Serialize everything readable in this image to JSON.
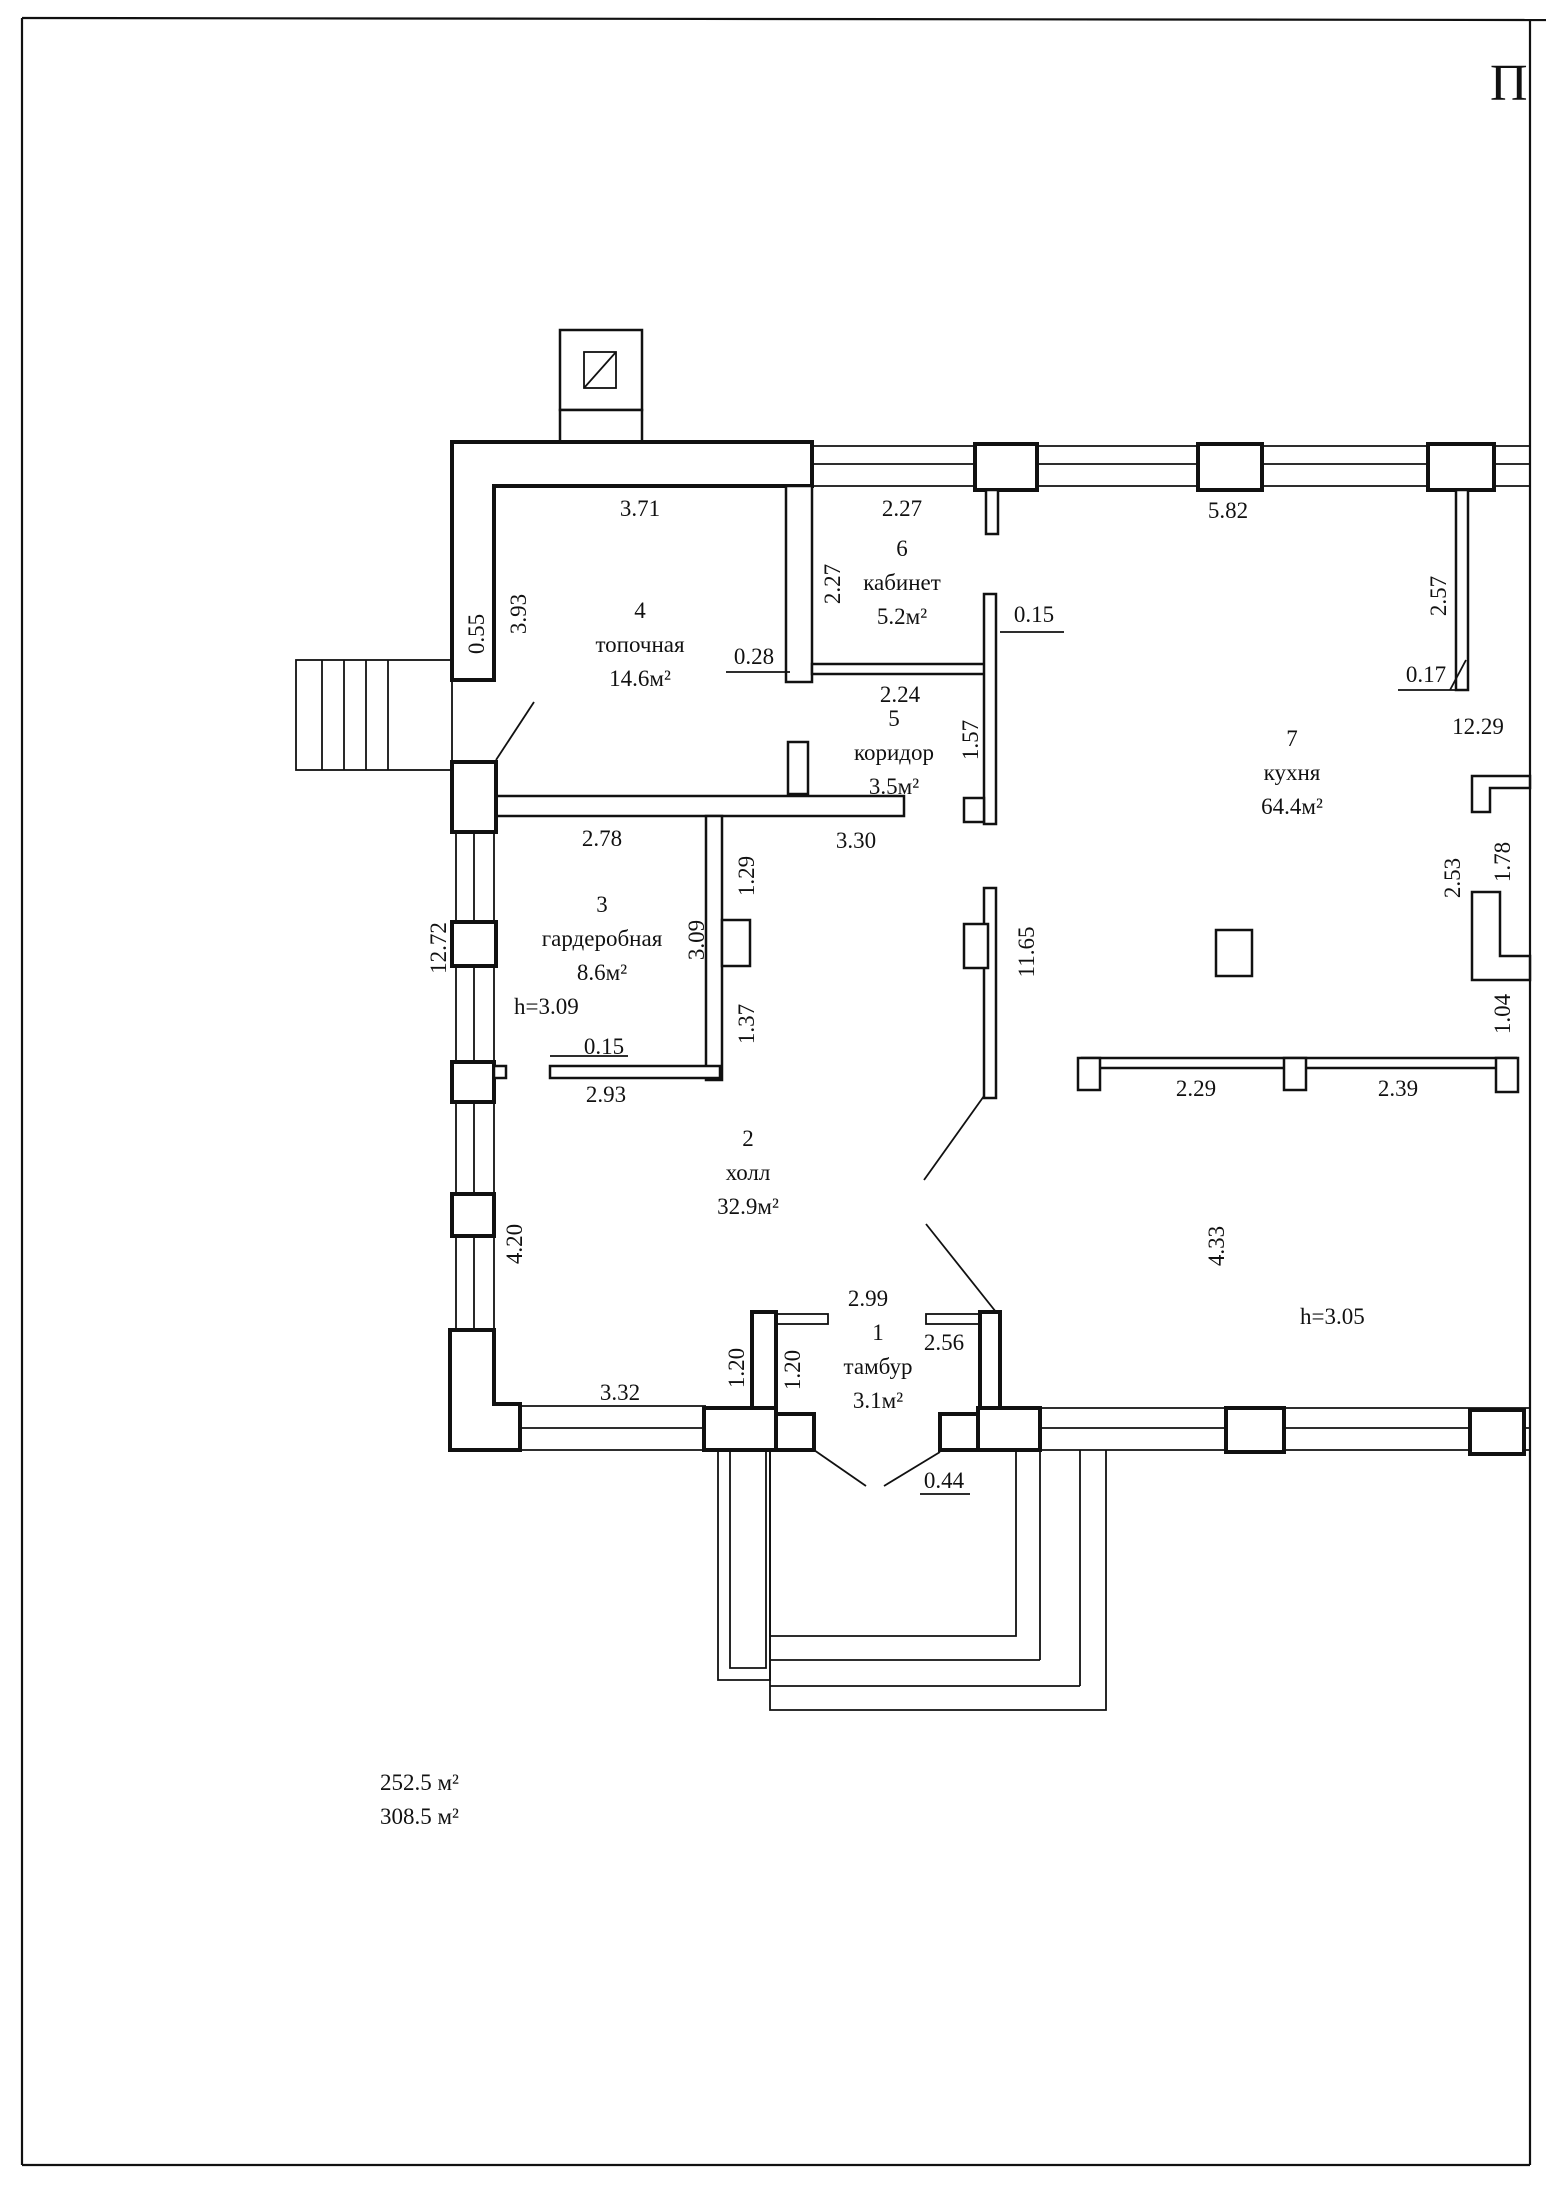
{
  "header": {
    "corner_text": "П"
  },
  "rooms": [
    {
      "id": "1",
      "number": "1",
      "name": "тамбур",
      "area": "3.1м²"
    },
    {
      "id": "2",
      "number": "2",
      "name": "холл",
      "area": "32.9м²"
    },
    {
      "id": "3",
      "number": "3",
      "name": "гардеробная",
      "area": "8.6м²"
    },
    {
      "id": "4",
      "number": "4",
      "name": "топочная",
      "area": "14.6м²"
    },
    {
      "id": "5",
      "number": "5",
      "name": "коридор",
      "area": "3.5м²"
    },
    {
      "id": "6",
      "number": "6",
      "name": "кабинет",
      "area": "5.2м²"
    },
    {
      "id": "7",
      "number": "7",
      "name": "кухня",
      "area": "64.4м²"
    }
  ],
  "heights": {
    "left": "h=3.09",
    "right": "h=3.05"
  },
  "dimensions": {
    "d_3_71": "3.71",
    "d_2_27_top": "2.27",
    "d_5_82": "5.82",
    "d_2_27_vert": "2.27",
    "d_0_15_top": "0.15",
    "d_2_57": "2.57",
    "d_0_17": "0.17",
    "d_12_29": "12.29",
    "d_0_55": "0.55",
    "d_3_93": "3.93",
    "d_0_28": "0.28",
    "d_2_24": "2.24",
    "d_1_57": "1.57",
    "d_2_78": "2.78",
    "d_3_30": "3.30",
    "d_1_29": "1.29",
    "d_3_09": "3.09",
    "d_12_72": "12.72",
    "d_11_65": "11.65",
    "d_2_53": "2.53",
    "d_1_78": "1.78",
    "d_1_37": "1.37",
    "d_0_15_mid": "0.15",
    "d_2_93": "2.93",
    "d_1_04": "1.04",
    "d_2_29": "2.29",
    "d_2_39": "2.39",
    "d_4_20": "4.20",
    "d_4_33": "4.33",
    "d_2_99": "2.99",
    "d_2_56": "2.56",
    "d_1_20_a": "1.20",
    "d_1_20_b": "1.20",
    "d_3_32": "3.32",
    "d_0_44": "0.44"
  },
  "totals": {
    "line1": "252.5 м²",
    "line2": "308.5 м²"
  }
}
